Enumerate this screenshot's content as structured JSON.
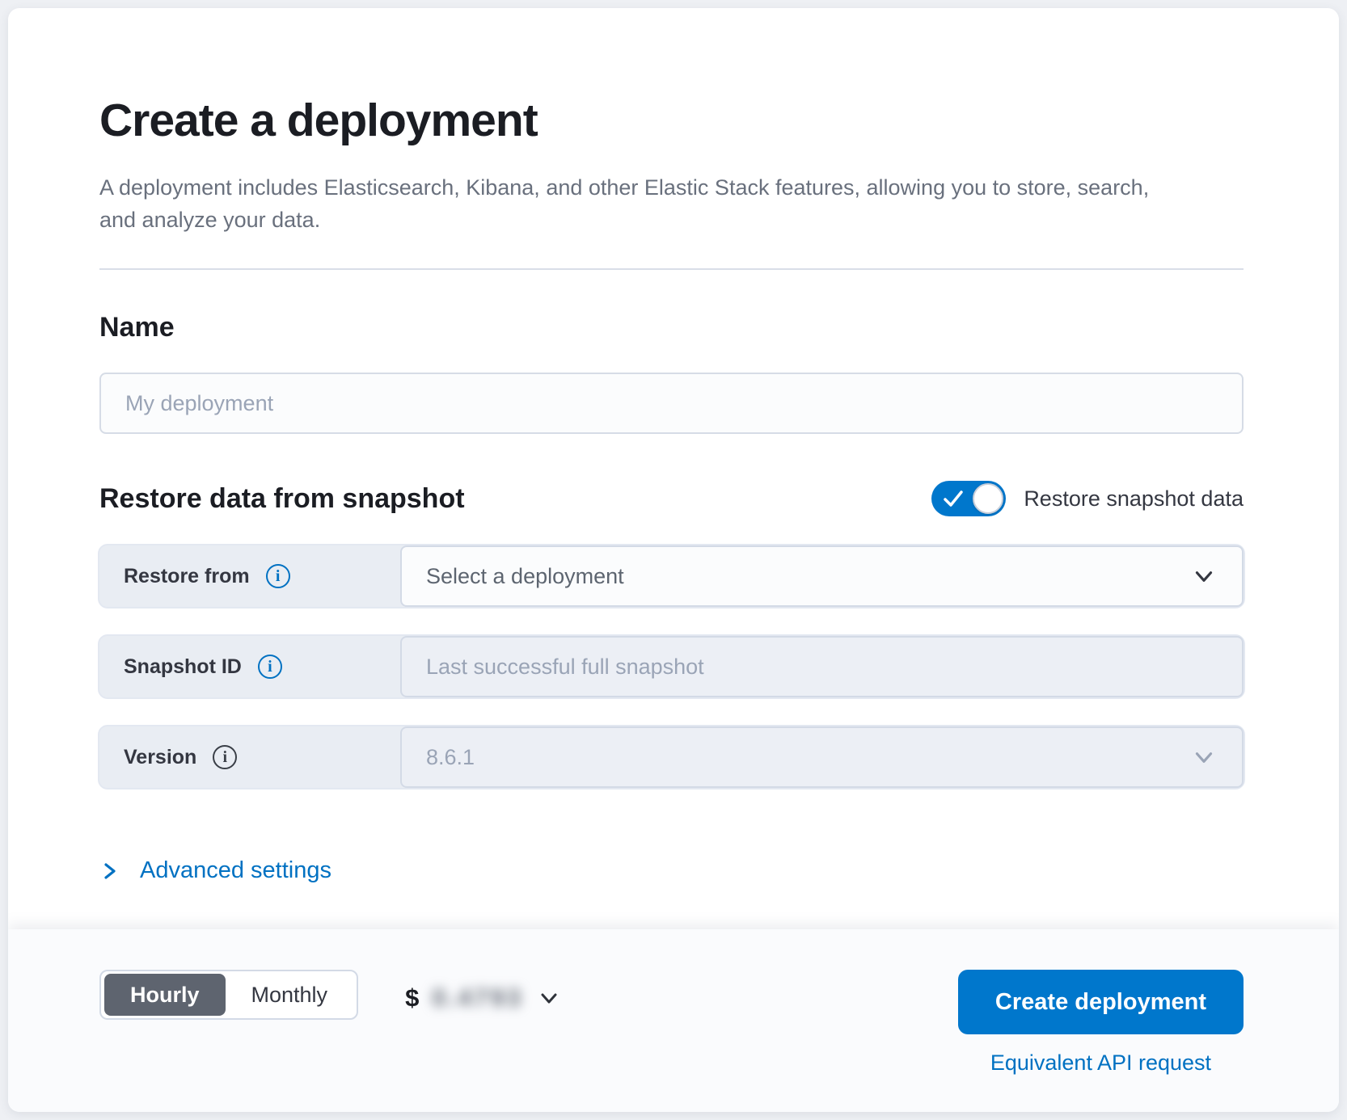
{
  "page": {
    "title": "Create a deployment",
    "subtitle": "A deployment includes Elasticsearch, Kibana, and other Elastic Stack features, allowing you to store, search, and analyze your data."
  },
  "name_section": {
    "heading": "Name",
    "input_value": "",
    "input_placeholder": "My deployment"
  },
  "restore_section": {
    "heading": "Restore data from snapshot",
    "toggle_label": "Restore snapshot data",
    "toggle_state": "on",
    "rows": [
      {
        "label": "Restore from",
        "value": "Select a deployment",
        "state": "enabled-select"
      },
      {
        "label": "Snapshot ID",
        "value": "Last successful full snapshot",
        "state": "disabled-input"
      },
      {
        "label": "Version",
        "value": "8.6.1",
        "state": "disabled-select"
      }
    ]
  },
  "advanced_settings": {
    "label": "Advanced settings"
  },
  "bottom_bar": {
    "billing_toggle": {
      "options": [
        "Hourly",
        "Monthly"
      ],
      "selected": "Hourly"
    },
    "price": {
      "currency": "$",
      "amount_obscured": "0.4793"
    },
    "create_button_label": "Create deployment",
    "api_link_label": "Equivalent API request"
  },
  "colors": {
    "accent_blue": "#0077cc",
    "link_blue": "#0071c2",
    "selected_segment": "#5e646f",
    "page_background": "#eef0f4",
    "label_background": "#e9edf3",
    "disabled_field_background": "#eceff5"
  }
}
